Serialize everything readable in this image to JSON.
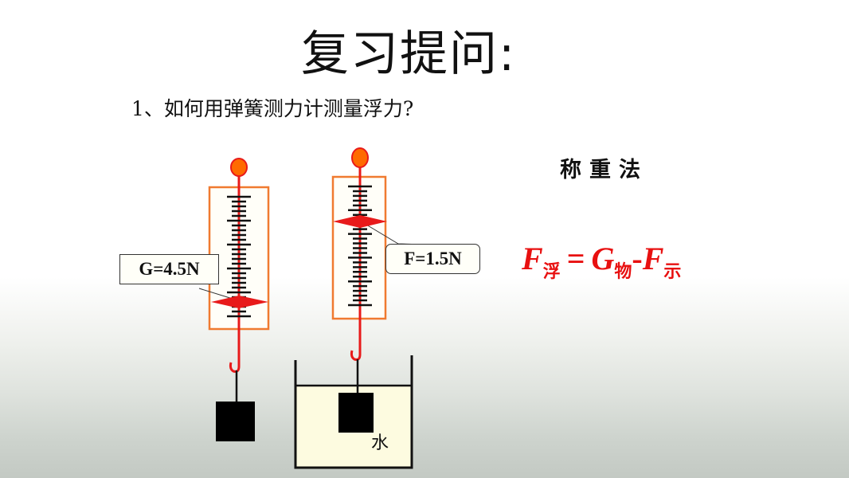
{
  "slide": {
    "title": "复习提问:",
    "question": "1、如何用弹簧测力计测量浮力?",
    "method": "称重法",
    "formula": {
      "f": "F",
      "f_sub": "浮",
      "eq": "=",
      "g": "G",
      "g_sub": "物",
      "minus": "-",
      "f2": "F",
      "f2_sub": "示"
    }
  },
  "diagram": {
    "scale_in_air_label": "G=4.5N",
    "scale_in_water_label": "F=1.5N",
    "water_label": "水",
    "colors": {
      "rod": "#e81a1a",
      "ring": "#ff6a00",
      "frame": "#f07a30",
      "water": "#fdfbe0"
    }
  }
}
